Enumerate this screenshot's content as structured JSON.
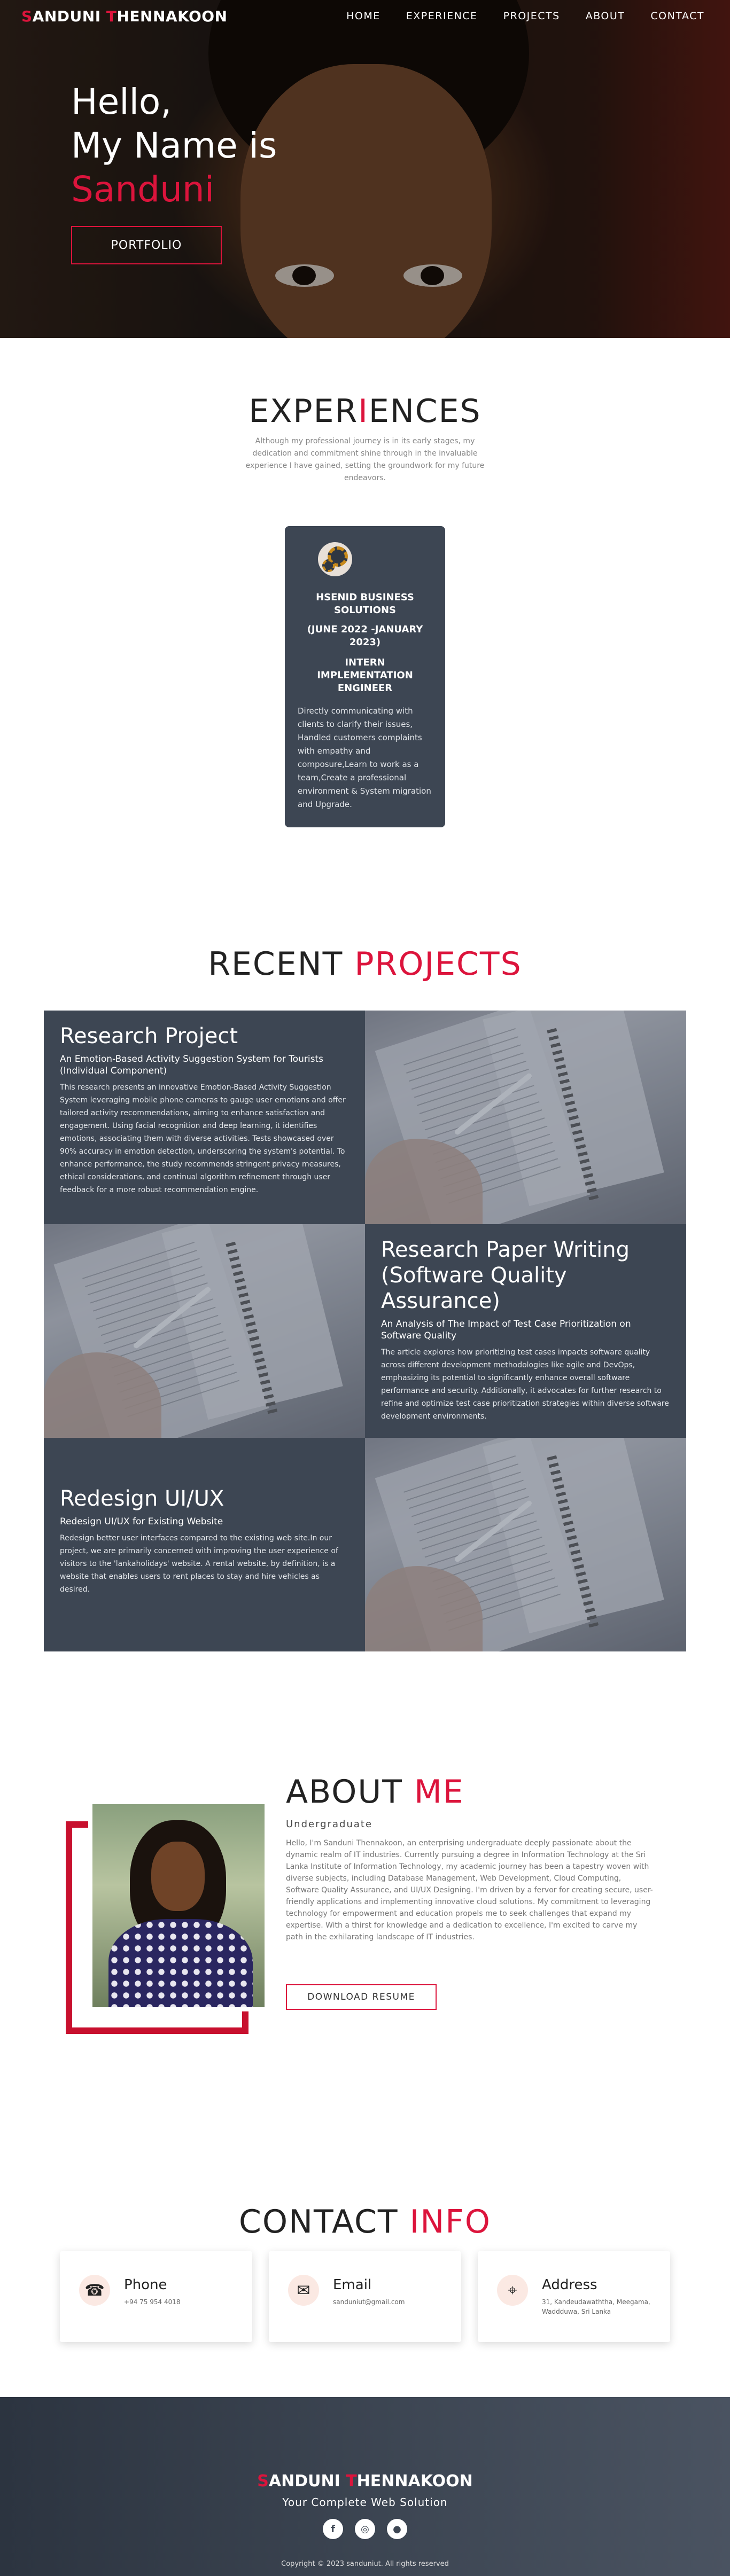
{
  "nav": {
    "logo_first_initial": "S",
    "logo_first_rest": "ANDUNI ",
    "logo_last_initial": "T",
    "logo_last_rest": "HENNAKOON",
    "links": [
      "HOME",
      "EXPERIENCE",
      "PROJECTS",
      "ABOUT",
      "CONTACT"
    ]
  },
  "hero": {
    "line1": "Hello,",
    "line2": "My Name is",
    "name": "Sanduni",
    "button": "PORTFOLIO"
  },
  "experience": {
    "title_before": "EXPER",
    "title_accent": "I",
    "title_after": "ENCES",
    "intro": "Although my professional journey is in its early stages, my dedication and commitment shine through in the invaluable experience I have gained, setting the groundwork for my future endeavors.",
    "card": {
      "icon": "gear-icon",
      "company": "HSENID BUSINESS SOLUTIONS",
      "date": "(JUNE 2022 -JANUARY 2023)",
      "role": "INTERN IMPLEMENTATION ENGINEER",
      "description": "Directly communicating with clients to clarify their issues, Handled customers complaints with empathy and composure,Learn to work as a team,Create a professional environment & System migration and Upgrade."
    }
  },
  "projects": {
    "title_before": "RECENT ",
    "title_accent": "PROJECTS",
    "items": [
      {
        "title": "Research Project",
        "subtitle": "An Emotion-Based Activity Suggestion System for Tourists (Individual Component)",
        "description": "This research presents an innovative Emotion-Based Activity Suggestion System leveraging mobile phone cameras to gauge user emotions and offer tailored activity recommendations, aiming to enhance satisfaction and engagement. Using facial recognition and deep learning, it identifies emotions, associating them with diverse activities. Tests showcased over 90% accuracy in emotion detection, underscoring the system's potential. To enhance performance, the study recommends stringent privacy measures, ethical considerations, and continual algorithm refinement through user feedback for a more robust recommendation engine."
      },
      {
        "title": "Research Paper Writing (Software Quality Assurance)",
        "subtitle": "An Analysis of The Impact of Test Case Prioritization on Software Quality",
        "description": "The article explores how prioritizing test cases impacts software quality across different development methodologies like agile and DevOps, emphasizing its potential to significantly enhance overall software performance and security. Additionally, it advocates for further research to refine and optimize test case prioritization strategies within diverse software development environments."
      },
      {
        "title": "Redesign UI/UX",
        "subtitle": "Redesign UI/UX for Existing Website",
        "description": "Redesign better user interfaces compared to the existing web site.In our project, we are primarily concerned with improving the user experience of visitors to the 'lankaholidays' website. A rental website, by definition, is a website that enables users to rent places to stay and hire vehicles as desired."
      }
    ]
  },
  "about": {
    "title_before": "ABOUT ",
    "title_accent": "ME",
    "subtitle": "Undergraduate",
    "description": "Hello, I'm Sanduni Thennakoon, an enterprising undergraduate deeply passionate about the dynamic realm of IT industries. Currently pursuing a degree in Information Technology at the Sri Lanka Institute of Information Technology, my academic journey has been a tapestry woven with diverse subjects, including Database Management, Web Development, Cloud Computing, Software Quality Assurance, and UI/UX Designing. I'm driven by a fervor for creating secure, user-friendly applications and implementing innovative cloud solutions. My commitment to leveraging technology for empowerment and education propels me to seek challenges that expand my expertise. With a thirst for knowledge and a dedication to excellence, I'm excited to carve my path in the exhilarating landscape of IT industries.",
    "button": "DOWNLOAD RESUME"
  },
  "contact": {
    "title_before": "CONTACT ",
    "title_accent": "INFO",
    "items": [
      {
        "icon": "phone-icon",
        "label": "Phone",
        "value": "+94 75 954 4018"
      },
      {
        "icon": "email-icon",
        "label": "Email",
        "value": "sanduniut@gmail.com"
      },
      {
        "icon": "location-icon",
        "label": "Address",
        "value": "31, Kandeudawaththa, Meegama, Waddduwa, Sri Lanka"
      }
    ]
  },
  "footer": {
    "logo_first_initial": "S",
    "logo_first_rest": "ANDUNI ",
    "logo_last_initial": "T",
    "logo_last_rest": "HENNAKOON",
    "tagline": "Your Complete Web Solution",
    "social": [
      "facebook-icon",
      "instagram-icon",
      "github-icon"
    ],
    "copyright": "Copyright © 2023 sanduniut. All rights reserved"
  },
  "colors": {
    "accent": "#dc143c",
    "card": "#3d4653"
  }
}
